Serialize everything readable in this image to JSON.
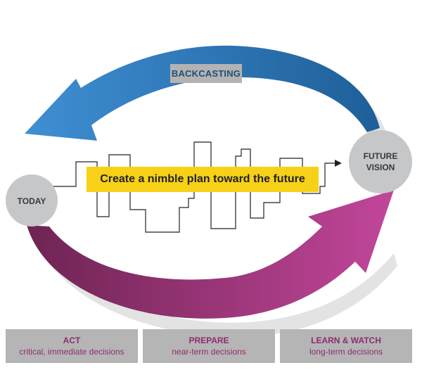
{
  "nodes": {
    "today": "TODAY",
    "future_line1": "FUTURE",
    "future_line2": "VISION"
  },
  "backcasting_label": "BACKCASTING",
  "banner_text": "Create a nimble plan toward the future",
  "phases": [
    {
      "title": "ACT",
      "desc": "critical, immediate decisions"
    },
    {
      "title": "PREPARE",
      "desc": "near-term decisions"
    },
    {
      "title": "LEARN & WATCH",
      "desc": "long-term decisions"
    }
  ],
  "colors": {
    "blue_arrow": "#2a7ec0",
    "magenta_arrow": "#b03b86",
    "banner": "#f7d117",
    "node": "#c5c7c9",
    "phase_box": "#b5b5b5"
  }
}
